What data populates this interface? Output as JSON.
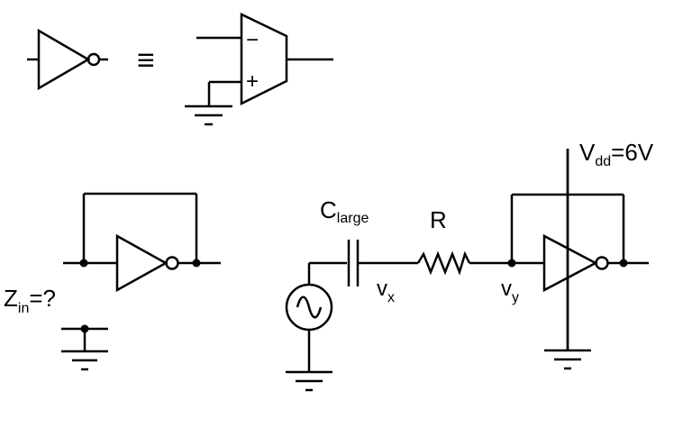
{
  "equivalence_symbol": "≡",
  "opamp_inputs": {
    "inverting": "−",
    "noninverting": "+"
  },
  "zin_label": {
    "main": "Z",
    "sub": "in",
    "rest": "=?"
  },
  "cap_label": {
    "main": "C",
    "sub": "large"
  },
  "resistor_label": "R",
  "vx_label": {
    "main": "v",
    "sub": "x"
  },
  "vy_label": {
    "main": "v",
    "sub": "y"
  },
  "vdd_label": {
    "main": "V",
    "sub": "dd",
    "rest": "=6V"
  }
}
